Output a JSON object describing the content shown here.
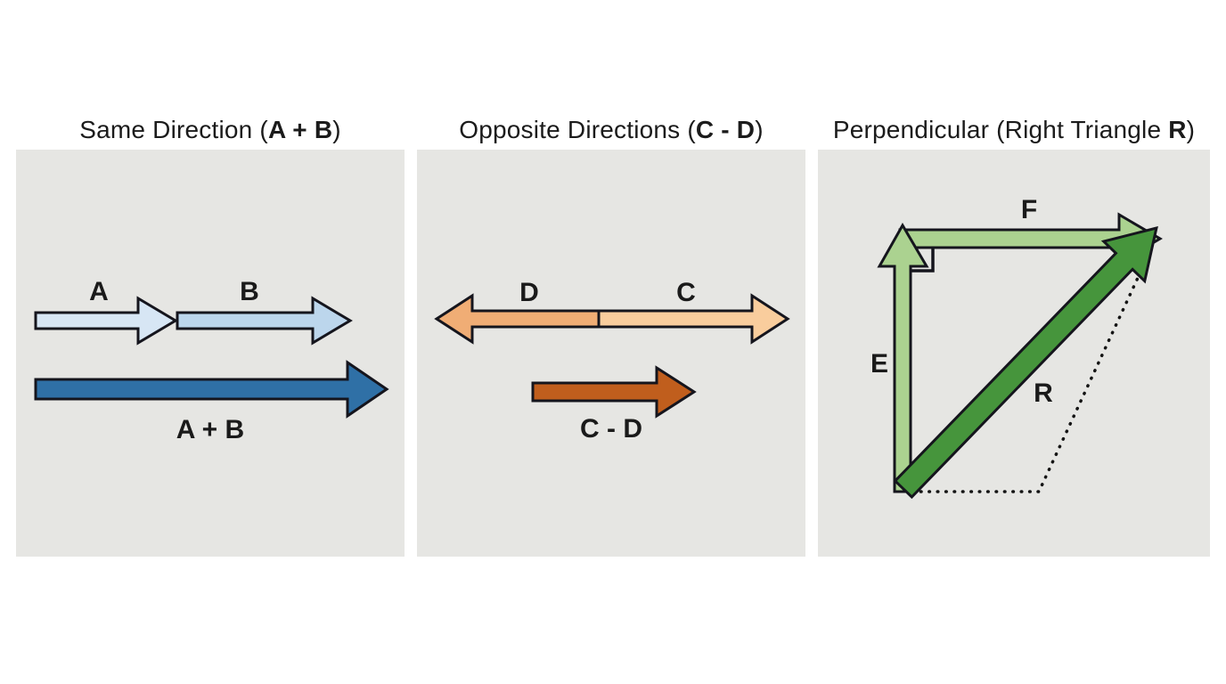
{
  "theme": {
    "canvas_bg": "#ffffff",
    "panel_bg": "#e6e6e3",
    "outline": "#15151d",
    "label_color": "#1a1a1a",
    "dotted_color": "#141414",
    "a_fill": "#d7e6f4",
    "b_fill": "#bcd6ec",
    "sum_fill": "#2f70a6",
    "d_fill": "#f0ad75",
    "c_fill": "#f9cd9d",
    "diff_fill": "#c05e1d",
    "light_green": "#abd290",
    "dark_green": "#46953c"
  },
  "panels": [
    {
      "title": {
        "prefix": "Same Direction (",
        "bold": "A + B",
        "suffix": ")"
      },
      "labels": {
        "first": "A",
        "second": "B",
        "result": "A + B"
      }
    },
    {
      "title": {
        "prefix": "Opposite Directions (",
        "bold": "C - D",
        "suffix": ")"
      },
      "labels": {
        "first": "D",
        "second": "C",
        "result": "C - D"
      }
    },
    {
      "title": {
        "prefix": "Perpendicular (Right Triangle ",
        "bold": "R",
        "suffix": ")"
      },
      "labels": {
        "first": "E",
        "second": "F",
        "result": "R"
      }
    }
  ]
}
